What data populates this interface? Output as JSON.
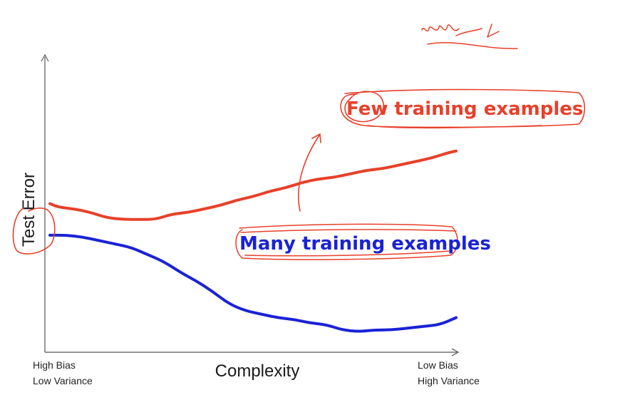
{
  "chart_data": {
    "type": "line",
    "title": "",
    "xlabel": "Complexity",
    "ylabel": "Test Error",
    "x_tick_labels": {
      "left": [
        "High Bias",
        "Low Variance"
      ],
      "right": [
        "Low Bias",
        "High Variance"
      ]
    },
    "xlim": [
      0,
      1
    ],
    "ylim": [
      0,
      1
    ],
    "grid": false,
    "legend": "none",
    "series": [
      {
        "key": "few",
        "color": "#e8402a",
        "x": [
          0,
          0.02,
          0.06,
          0.1,
          0.14,
          0.18,
          0.22,
          0.26,
          0.3,
          0.34,
          0.38,
          0.42,
          0.46,
          0.5,
          0.54,
          0.58,
          0.62,
          0.66,
          0.7,
          0.74,
          0.78,
          0.82,
          0.86,
          0.9,
          0.94,
          0.98,
          1.0
        ],
        "y": [
          0.77,
          0.75,
          0.74,
          0.72,
          0.69,
          0.68,
          0.68,
          0.68,
          0.71,
          0.72,
          0.74,
          0.76,
          0.79,
          0.81,
          0.84,
          0.86,
          0.89,
          0.91,
          0.92,
          0.94,
          0.96,
          0.97,
          0.99,
          1.01,
          1.03,
          1.06,
          1.07
        ]
      },
      {
        "key": "many",
        "color": "#1a22d6",
        "x": [
          0,
          0.04,
          0.08,
          0.12,
          0.16,
          0.2,
          0.24,
          0.28,
          0.32,
          0.36,
          0.4,
          0.44,
          0.48,
          0.52,
          0.56,
          0.6,
          0.64,
          0.68,
          0.72,
          0.76,
          0.8,
          0.84,
          0.88,
          0.92,
          0.96,
          1.0
        ],
        "y": [
          0.59,
          0.59,
          0.58,
          0.56,
          0.54,
          0.52,
          0.48,
          0.44,
          0.38,
          0.33,
          0.27,
          0.2,
          0.16,
          0.14,
          0.12,
          0.11,
          0.09,
          0.08,
          0.05,
          0.04,
          0.05,
          0.05,
          0.06,
          0.07,
          0.08,
          0.12
        ]
      }
    ],
    "annotations": [
      {
        "key": "few",
        "text": "Few training examples",
        "color": "#e8402a"
      },
      {
        "key": "many",
        "text": "Many training examples",
        "color": "#1a22d6"
      }
    ]
  }
}
